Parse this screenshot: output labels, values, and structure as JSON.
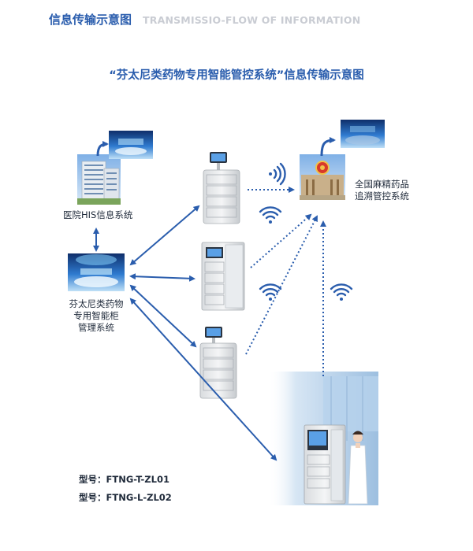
{
  "header": {
    "title_cn": "信息传输示意图",
    "title_en": "TRANSMISSIO-FLOW OF INFORMATION"
  },
  "diagram": {
    "title": "“芬太尼类药物专用智能管控系统”信息传输示意图",
    "nodes": {
      "hospital_his": "医院HIS信息系统",
      "cabinet_management": [
        "芬太尼类药物",
        "专用智能柜",
        "管理系统"
      ],
      "national_system": [
        "全国麻精药品",
        "追溯管控系统"
      ]
    },
    "models": [
      "型号：FTNG-T-ZL01",
      "型号：FTNG-L-ZL02"
    ]
  },
  "colors": {
    "accent": "#2a5dad",
    "arrow": "#2a5dad",
    "wifi": "#2a5dad",
    "header_en": "#c9ccd3"
  },
  "icons": [
    "wifi-icon",
    "curved-arrow-icon",
    "hospital-building-icon",
    "control-room-icon",
    "smart-cabinet-icon",
    "government-building-icon",
    "nurse-icon"
  ]
}
